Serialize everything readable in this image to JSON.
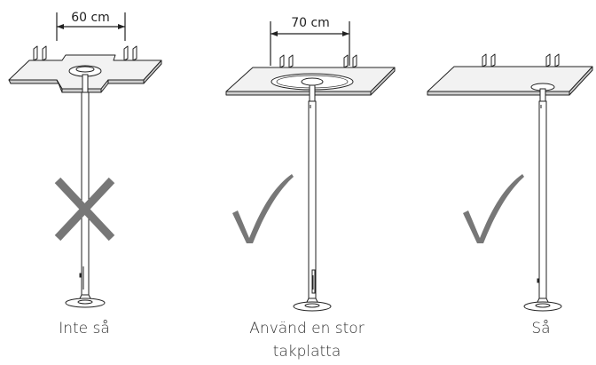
{
  "figures": [
    {
      "id": "wrong",
      "dimension_label": "60 cm",
      "verdict_mark": "cross",
      "caption_lines": [
        "Inte så"
      ]
    },
    {
      "id": "large-plate",
      "dimension_label": "70 cm",
      "verdict_mark": "check",
      "caption_lines": [
        "Använd en stor",
        "takplatta"
      ]
    },
    {
      "id": "correct",
      "dimension_label": "",
      "verdict_mark": "check",
      "caption_lines": [
        "Så"
      ]
    }
  ],
  "colors": {
    "line": "#222222",
    "plate_fill": "#f2f2f2",
    "plate_side": "#cfcfcf",
    "mark": "#777777",
    "text": "#333333"
  }
}
